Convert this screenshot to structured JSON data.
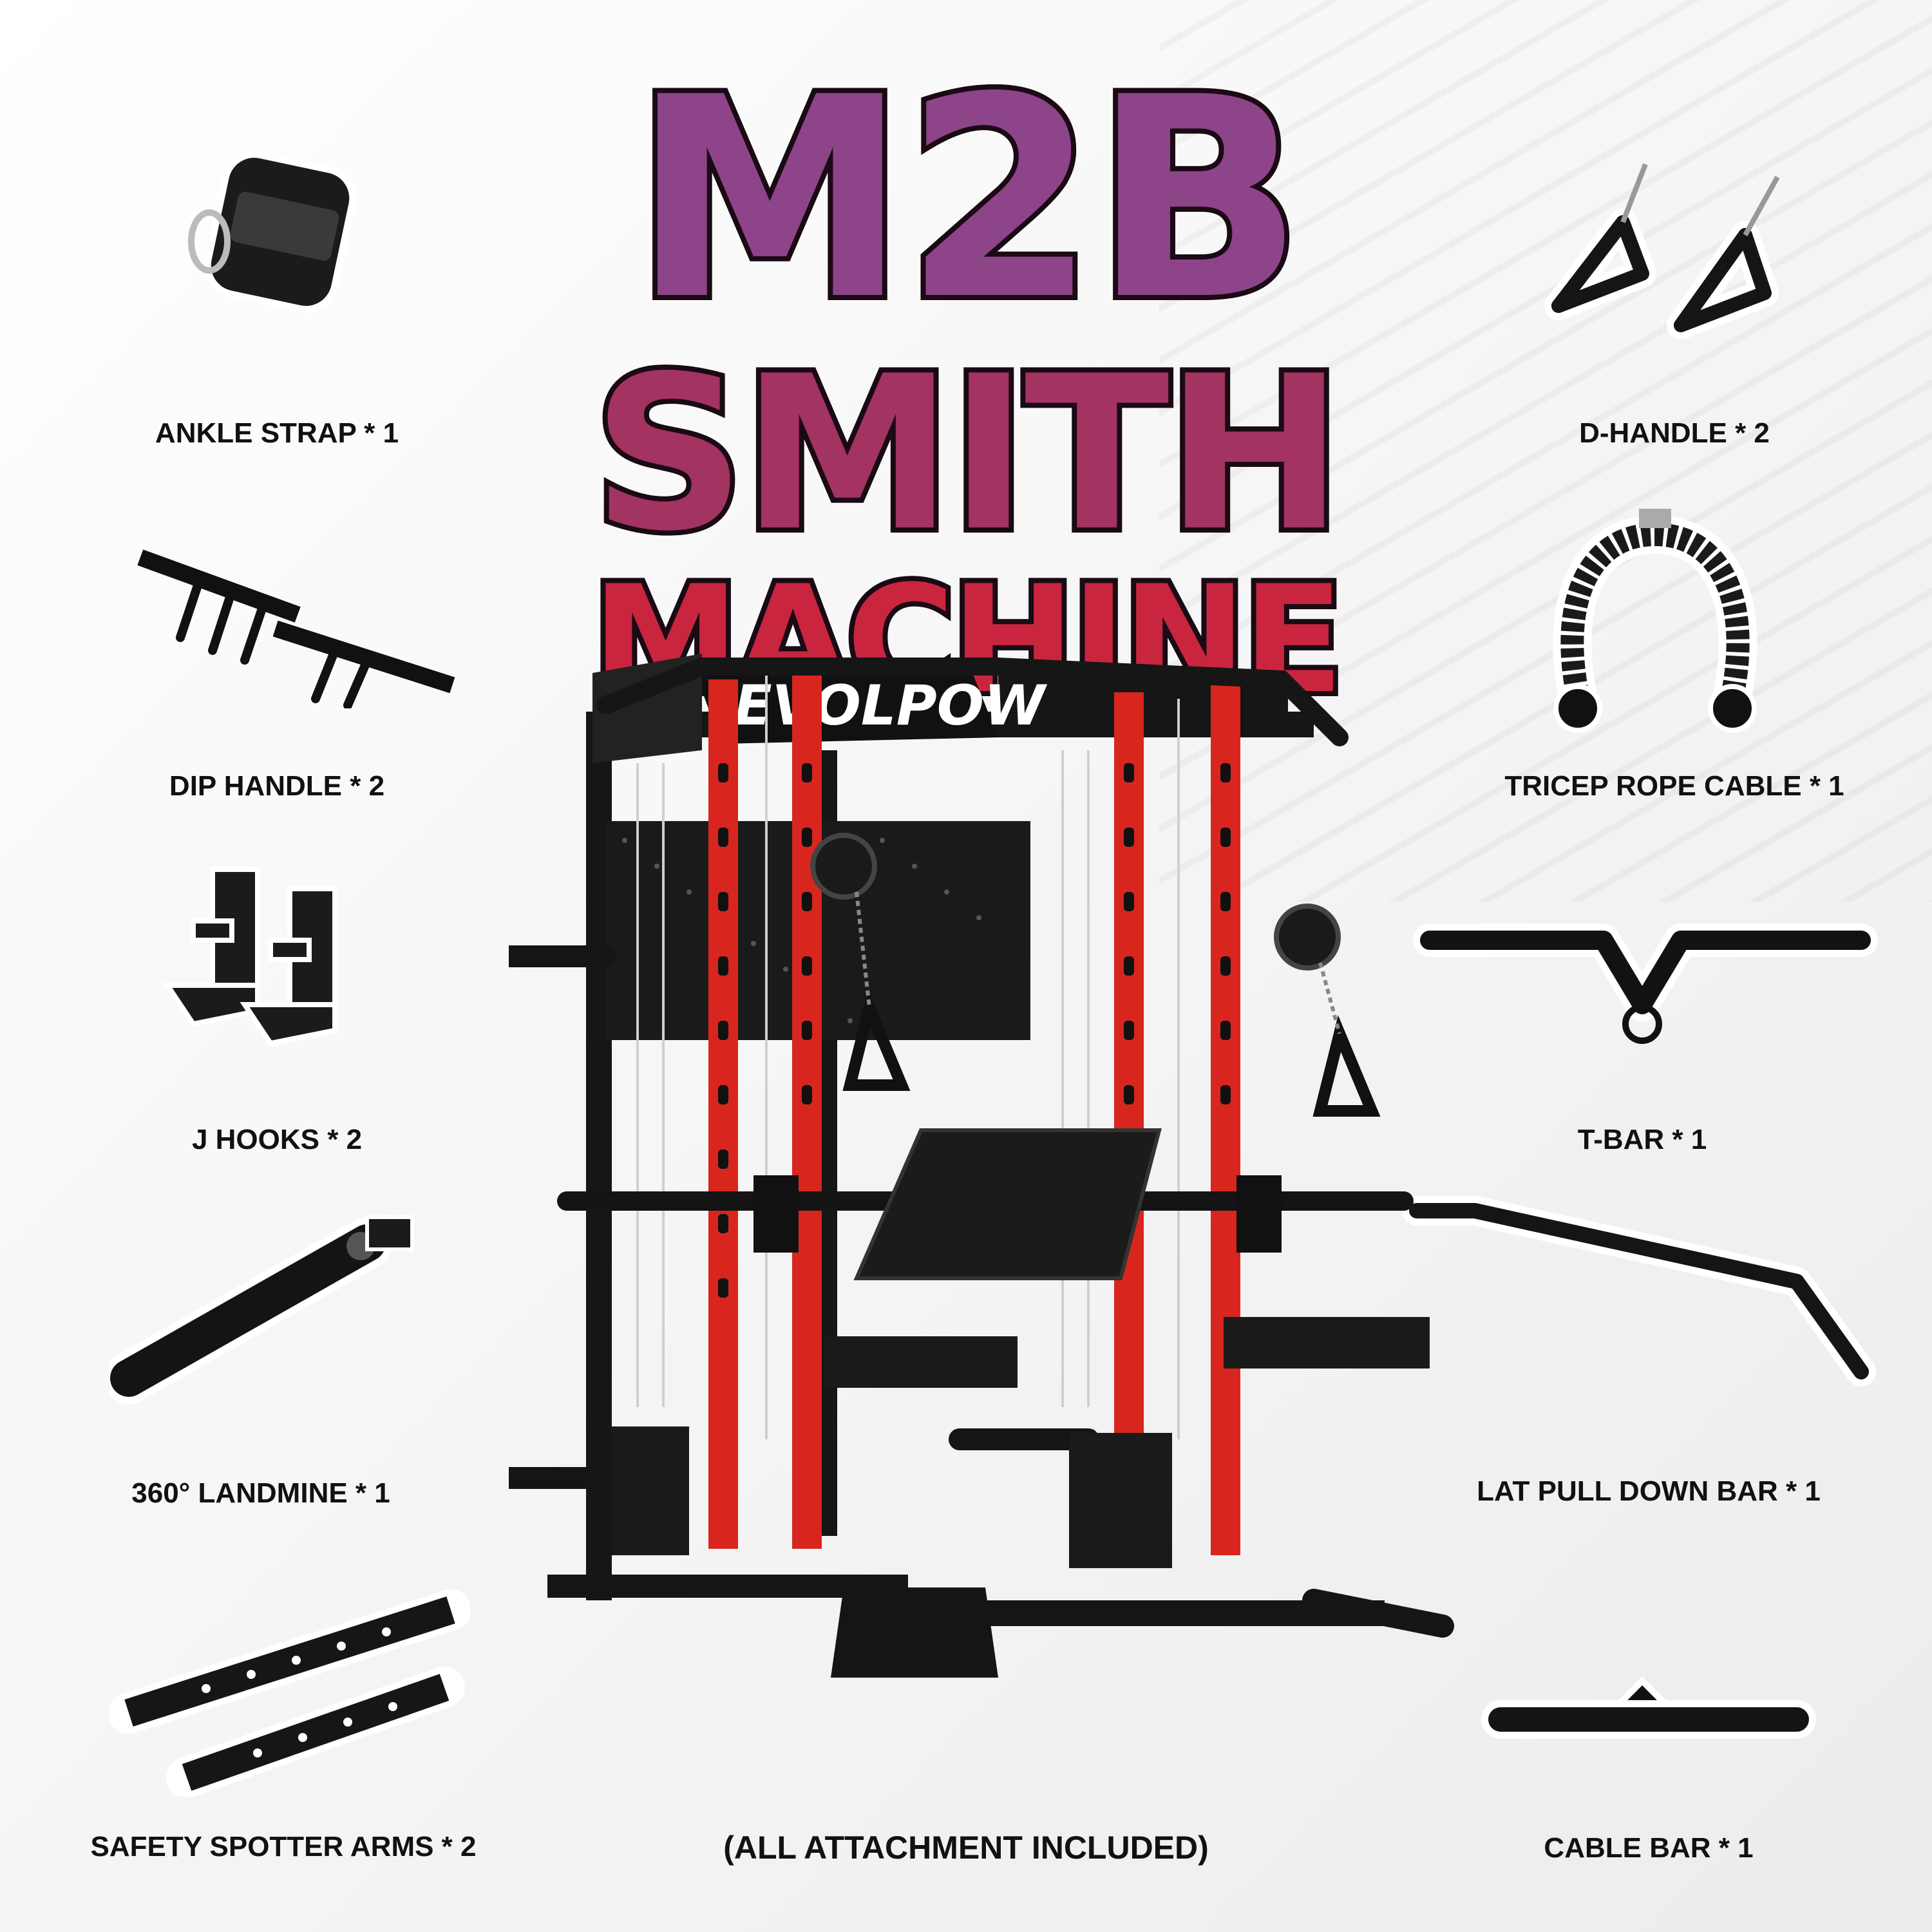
{
  "title": {
    "line1": "M2B",
    "line2": "SMITH",
    "line3": "MACHINE"
  },
  "brand": "EVOLPOW",
  "footer_note": "(ALL ATTACHMENT INCLUDED)",
  "colors": {
    "frame_red": "#d8261f",
    "frame_black": "#151515",
    "title_purple": "#8e4488",
    "title_red": "#c9253f"
  },
  "accessories_left": [
    {
      "label": "ANKLE STRAP * 1",
      "icon": "ankle-strap-icon"
    },
    {
      "label": "DIP HANDLE * 2",
      "icon": "dip-handle-icon"
    },
    {
      "label": "J HOOKS * 2",
      "icon": "j-hooks-icon"
    },
    {
      "label": "360° LANDMINE * 1",
      "icon": "landmine-icon"
    },
    {
      "label": "SAFETY SPOTTER ARMS * 2",
      "icon": "spotter-arms-icon"
    }
  ],
  "accessories_right": [
    {
      "label": "D-HANDLE * 2",
      "icon": "d-handle-icon"
    },
    {
      "label": "TRICEP ROPE CABLE * 1",
      "icon": "tricep-rope-icon"
    },
    {
      "label": "T-BAR * 1",
      "icon": "t-bar-icon"
    },
    {
      "label": "LAT PULL DOWN BAR * 1",
      "icon": "lat-bar-icon"
    },
    {
      "label": "CABLE BAR * 1",
      "icon": "cable-bar-icon"
    }
  ]
}
